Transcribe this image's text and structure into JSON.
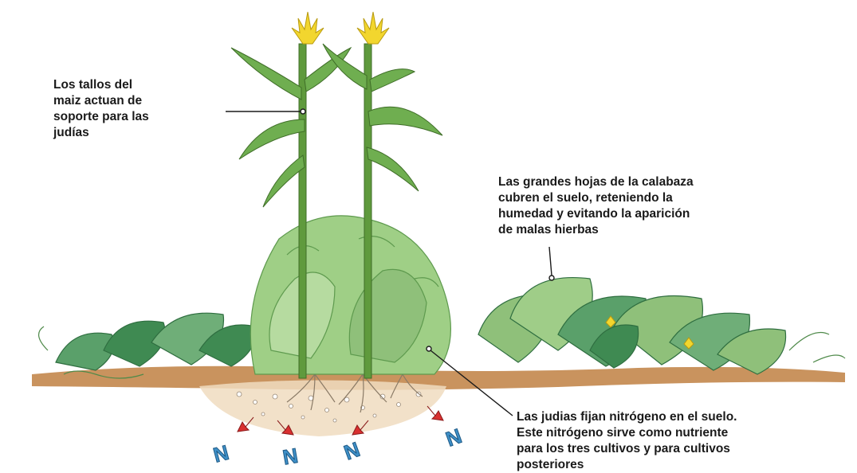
{
  "labels": {
    "corn": [
      "Los tallos del",
      "maiz actuan de",
      "soporte para las",
      "judías"
    ],
    "squash": [
      "Las grandes hojas de la calabaza",
      "cubren el suelo, reteniendo la",
      "humedad y evitando la aparición",
      "de malas hierbas"
    ],
    "beans": [
      "Las judias fijan nitrógeno en el suelo.",
      "Este nitrógeno sirve como nutriente",
      "para los tres cultivos y para cultivos",
      "posteriores"
    ]
  },
  "nitrogen_symbol": "N",
  "colors": {
    "soil": "#c9935e",
    "leaf_dark": "#3f8a52",
    "leaf_light": "#8fc07a",
    "bean_foliage": "#9fcf86",
    "corn_stalk": "#5f9a3d",
    "tassel": "#f2d62e",
    "arrow": "#d93030",
    "n_letter": "#3e8fc7"
  }
}
